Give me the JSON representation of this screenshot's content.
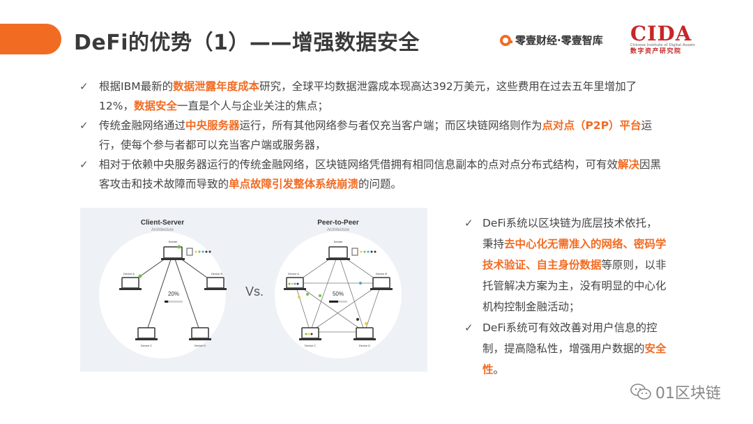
{
  "header": {
    "title": "DeFi的优势（1）——增强数据安全",
    "brand_text": "零壹财经·零壹智库",
    "cida_logo": "CIDA",
    "cida_english": "Chinese Institute of Digital Assets",
    "cida_chinese": "数字资产研究院",
    "accent_color": "#f26b22"
  },
  "bullets": [
    {
      "parts": [
        {
          "t": "根据IBM最新的"
        },
        {
          "t": "数据泄露年度成本",
          "hl": true
        },
        {
          "t": "研究，全球平均数据泄露成本现高达392万美元，这些费用在过去五年里增加了12%，"
        },
        {
          "t": "数据安全",
          "hl": true
        },
        {
          "t": "一直是个人与企业关注的焦点；"
        }
      ]
    },
    {
      "parts": [
        {
          "t": "传统金融网络通过"
        },
        {
          "t": "中央服务器",
          "hl": true
        },
        {
          "t": "运行，所有其他网络参与者仅充当客户端；而区块链网络则作为"
        },
        {
          "t": "点对点（P2P）平台",
          "hl": true
        },
        {
          "t": "运行，使每个参与者都可以充当客户端或服务器，"
        }
      ]
    },
    {
      "parts": [
        {
          "t": "相对于依赖中央服务器运行的传统金融网络，区块链网络凭借拥有相同信息副本的点对点分布式结构，可有效"
        },
        {
          "t": "解决",
          "hl": true
        },
        {
          "t": "因黑客攻击和技术故障而导致的"
        },
        {
          "t": "单点故障引发整体系统崩溃",
          "hl": true
        },
        {
          "t": "的问题。"
        }
      ]
    }
  ],
  "figure": {
    "left_title": "Client-Server",
    "left_subtitle": "Architecture",
    "right_title": "Peer-to-Peer",
    "right_subtitle": "Architecture",
    "vs_label": "Vs.",
    "left_percent": "20%",
    "right_percent": "50%",
    "left_progress": 0.2,
    "right_progress": 0.5,
    "node_labels": {
      "seeder": "Seeder",
      "device_a": "Device A",
      "device_b": "Device B",
      "device_c": "Device C",
      "device_d": "Device D"
    }
  },
  "right_bullets": [
    {
      "parts": [
        {
          "t": "DeFi系统以区块链为底层技术依托，秉持"
        },
        {
          "t": "去中心化无需准入的网络、密码学技术验证、自主身份数据",
          "hl": true
        },
        {
          "t": "等原则，以非托管解决方案为主，没有明显的中心化机构控制金融活动；"
        }
      ]
    },
    {
      "parts": [
        {
          "t": "DeFi系统可有效改善对用户信息的控制，提高隐私性，增强用户数据的"
        },
        {
          "t": "安全性",
          "hl": true
        },
        {
          "t": "。"
        }
      ]
    }
  ],
  "watermark": {
    "text": "01区块链",
    "icon": "wechat-icon"
  }
}
